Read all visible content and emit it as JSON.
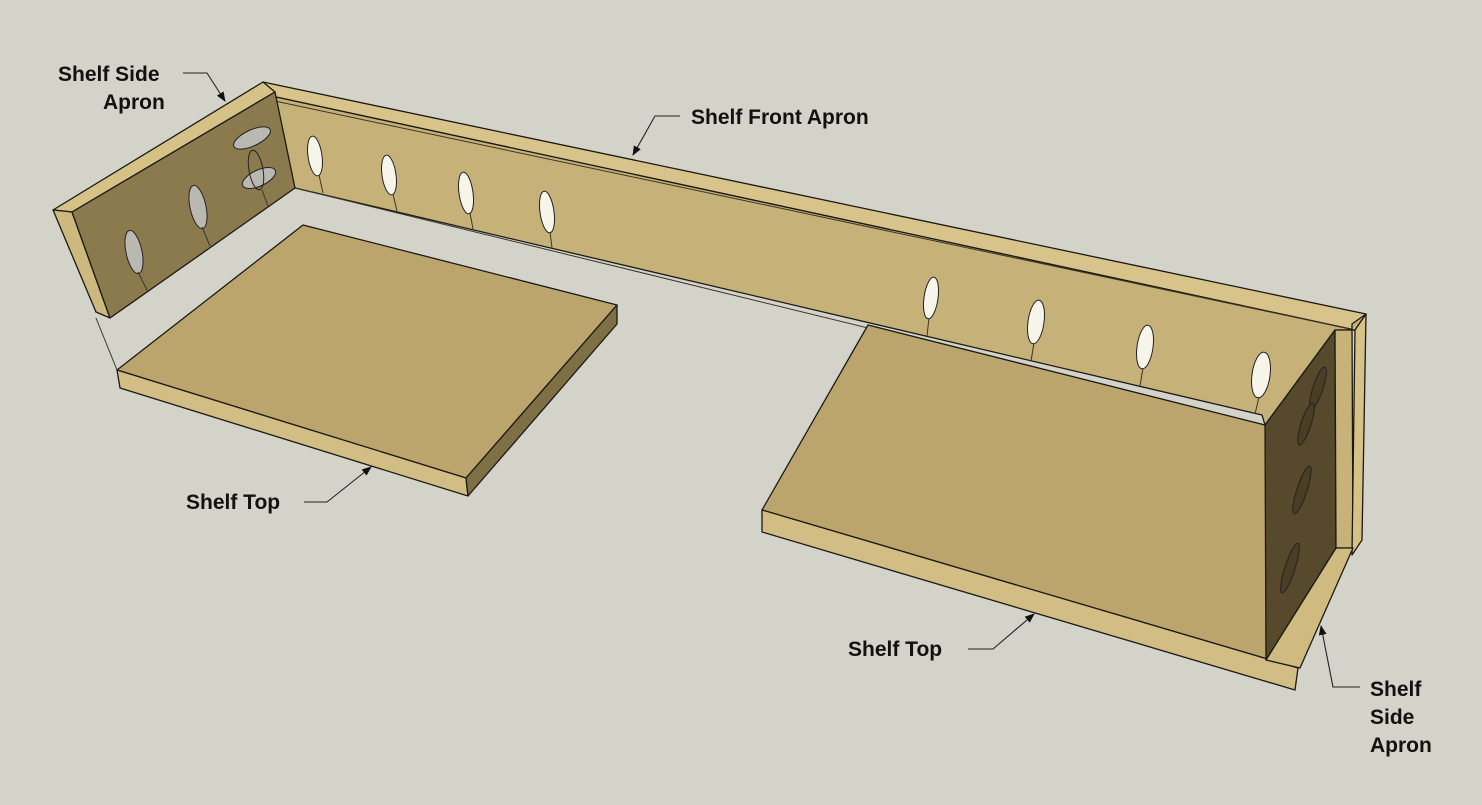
{
  "labels": {
    "side_apron_left_line1": "Shelf Side",
    "side_apron_left_line2": "Apron",
    "front_apron": "Shelf Front Apron",
    "shelf_top_left": "Shelf Top",
    "shelf_top_right": "Shelf Top",
    "side_apron_right_line1": "Shelf",
    "side_apron_right_line2": "Side",
    "side_apron_right_line3": "Apron"
  },
  "colors": {
    "background": "#d4d3c9",
    "wood_top_face": "#c9b57c",
    "wood_front_face": "#c4b078",
    "wood_edge": "#d8c48a",
    "wood_shadow_face": "#8a7a4e",
    "wood_dark_face": "#56492c",
    "shelf_top_face": "#bba56d",
    "pocket_hole": "#f7f5ea",
    "pocket_hole_shadow": "#b8b8b0"
  }
}
